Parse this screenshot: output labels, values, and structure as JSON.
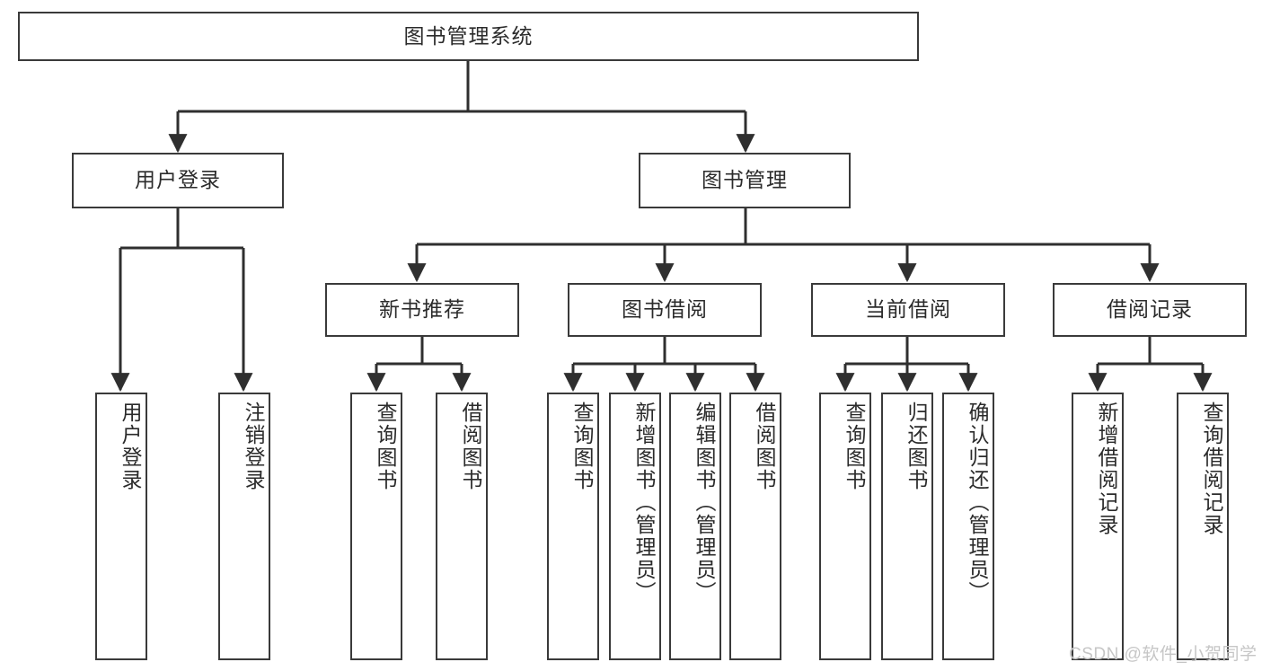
{
  "diagram": {
    "title": "图书管理系统",
    "type": "tree-hierarchy-diagram",
    "colors": {
      "box_border": "#3a3a3a",
      "box_fill": "#ffffff",
      "edge": "#2f2f2f",
      "text": "#2b2b2b",
      "watermark": "#c6c6c6",
      "background": "#ffffff"
    },
    "root": {
      "label": "图书管理系统"
    },
    "level1": [
      {
        "id": "user-login",
        "label": "用户登录"
      },
      {
        "id": "book-manage",
        "label": "图书管理"
      }
    ],
    "level2": [
      {
        "id": "new-book-recommend",
        "label": "新书推荐"
      },
      {
        "id": "book-borrow",
        "label": "图书借阅"
      },
      {
        "id": "current-borrow",
        "label": "当前借阅"
      },
      {
        "id": "borrow-record",
        "label": "借阅记录"
      }
    ],
    "leaves": {
      "user_login": [
        {
          "id": "leaf-user-login",
          "label": "用户登录"
        },
        {
          "id": "leaf-logout-login",
          "label": "注销登录"
        }
      ],
      "new_book_recommend": [
        {
          "id": "leaf-query-book-1",
          "label": "查询图书"
        },
        {
          "id": "leaf-borrow-book-1",
          "label": "借阅图书"
        }
      ],
      "book_borrow": [
        {
          "id": "leaf-query-book-2",
          "label": "查询图书"
        },
        {
          "id": "leaf-add-book-admin",
          "label": "新增图书（管理员）"
        },
        {
          "id": "leaf-edit-book-admin",
          "label": "编辑图书（管理员）"
        },
        {
          "id": "leaf-borrow-book-2",
          "label": "借阅图书"
        }
      ],
      "current_borrow": [
        {
          "id": "leaf-query-book-3",
          "label": "查询图书"
        },
        {
          "id": "leaf-return-book",
          "label": "归还图书"
        },
        {
          "id": "leaf-confirm-return-admin",
          "label": "确认归还（管理员）"
        }
      ],
      "borrow_record": [
        {
          "id": "leaf-add-borrow-record",
          "label": "新增借阅记录"
        },
        {
          "id": "leaf-query-borrow-record",
          "label": "查询借阅记录"
        }
      ]
    }
  },
  "watermark": {
    "text": "CSDN @软件_小贺同学"
  }
}
